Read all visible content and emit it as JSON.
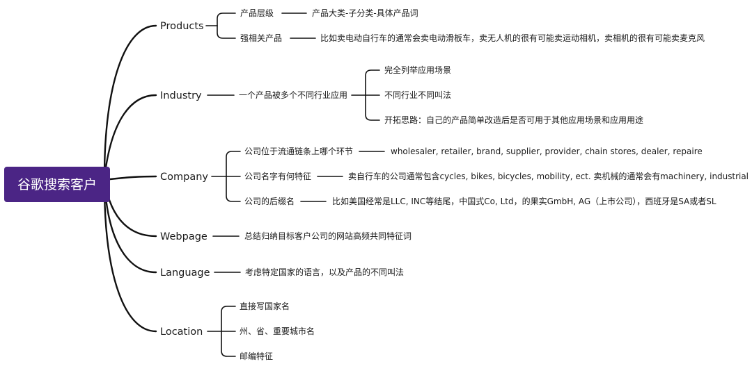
{
  "root": {
    "label": "谷歌搜索客户"
  },
  "branches": [
    {
      "label": "Products",
      "items": [
        {
          "label": "产品层级",
          "detail": "产品大类-子分类-具体产品词"
        },
        {
          "label": "强相关产品",
          "detail": "比如卖电动自行车的通常会卖电动滑板车，卖无人机的很有可能卖运动相机，卖相机的很有可能卖麦克风"
        }
      ]
    },
    {
      "label": "Industry",
      "items": [
        {
          "label": "一个产品被多个不同行业应用",
          "subitems": [
            "完全列举应用场景",
            "不同行业不同叫法",
            "开拓思路：自己的产品简单改造后是否可用于其他应用场景和应用用途"
          ]
        }
      ]
    },
    {
      "label": "Company",
      "items": [
        {
          "label": "公司位于流通链条上哪个环节",
          "detail": "wholesaler, retailer, brand, supplier, provider, chain stores, dealer, repaire"
        },
        {
          "label": "公司名字有何特征",
          "detail": "卖自行车的公司通常包含cycles, bikes, bicycles, mobility, ect. 卖机械的通常会有machinery, industrial"
        },
        {
          "label": "公司的后缀名",
          "detail": "比如美国经常是LLC, INC等结尾，中国式Co, Ltd，的果实GmbH, AG（上市公司），西班牙是SA或者SL"
        }
      ]
    },
    {
      "label": "Webpage",
      "items": [
        {
          "label": "总结归纳目标客户公司的网站高频共同特征词"
        }
      ]
    },
    {
      "label": "Language",
      "items": [
        {
          "label": "考虑特定国家的语言，以及产品的不同叫法"
        }
      ]
    },
    {
      "label": "Location",
      "items": [
        {
          "label": "直接写国家名"
        },
        {
          "label": "州、省、重要城市名"
        },
        {
          "label": "邮编特征"
        }
      ]
    }
  ],
  "colors": {
    "root_fill": "#4b2585",
    "root_text": "#ffffff",
    "line": "#111111",
    "text": "#1a1a1a",
    "background": "#ffffff"
  }
}
